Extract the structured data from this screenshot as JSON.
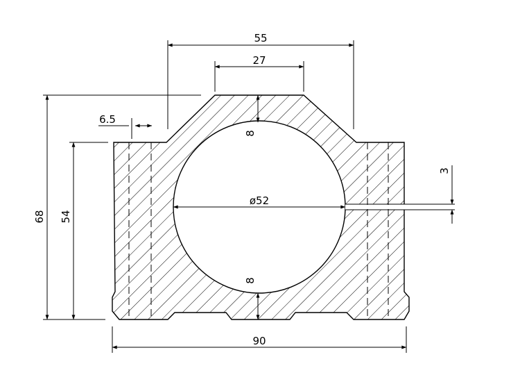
{
  "drawing": {
    "line_color": "#000000",
    "background": "#ffffff",
    "part": "bearing-block section (hatched)"
  },
  "dimensions": {
    "overall_width": "90",
    "overall_height": "68",
    "side_height": "54",
    "top_span_outer": "55",
    "top_span_inner": "27",
    "bore_diameter": "ø52",
    "wall_top": "8",
    "wall_bottom": "8",
    "slot_width": "3",
    "hole_offset": "6.5"
  }
}
